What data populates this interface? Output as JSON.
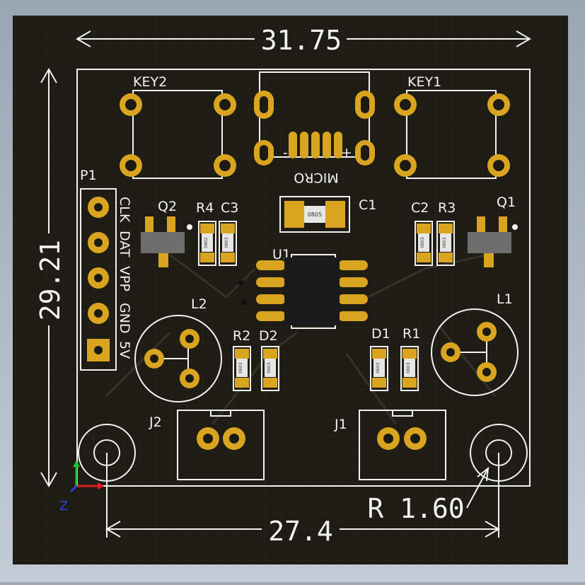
{
  "dimensions": {
    "width": "31.75",
    "height": "29.21",
    "hole_spacing": "27.4",
    "radius": "R 1.60"
  },
  "components": {
    "key2": "KEY2",
    "key1": "KEY1",
    "micro": "MICRO",
    "p1": "P1",
    "q2": "Q2",
    "q1": "Q1",
    "r4": "R4",
    "c3": "C3",
    "c1": "C1",
    "c2": "C2",
    "r3": "R3",
    "u1": "U1",
    "l2": "L2",
    "l1": "L1",
    "r2": "R2",
    "d2": "D2",
    "d1": "D1",
    "r1": "R1",
    "j2": "J2",
    "j1": "J1"
  },
  "p1_pins": [
    "CLK",
    "DAT",
    "VPP",
    "GND",
    "5V"
  ],
  "chip_markings": {
    "c1": "0805",
    "r4": "0402",
    "c3": "0603",
    "c2": "0603",
    "r3": "0603",
    "r2": "0603",
    "d2": "0603",
    "d1": "0603",
    "r1": "0603"
  },
  "axis": {
    "z": "Z"
  },
  "colors": {
    "board": "#1e1c14",
    "silkscreen": "#f2f2f2",
    "pad": "#d9a520"
  }
}
